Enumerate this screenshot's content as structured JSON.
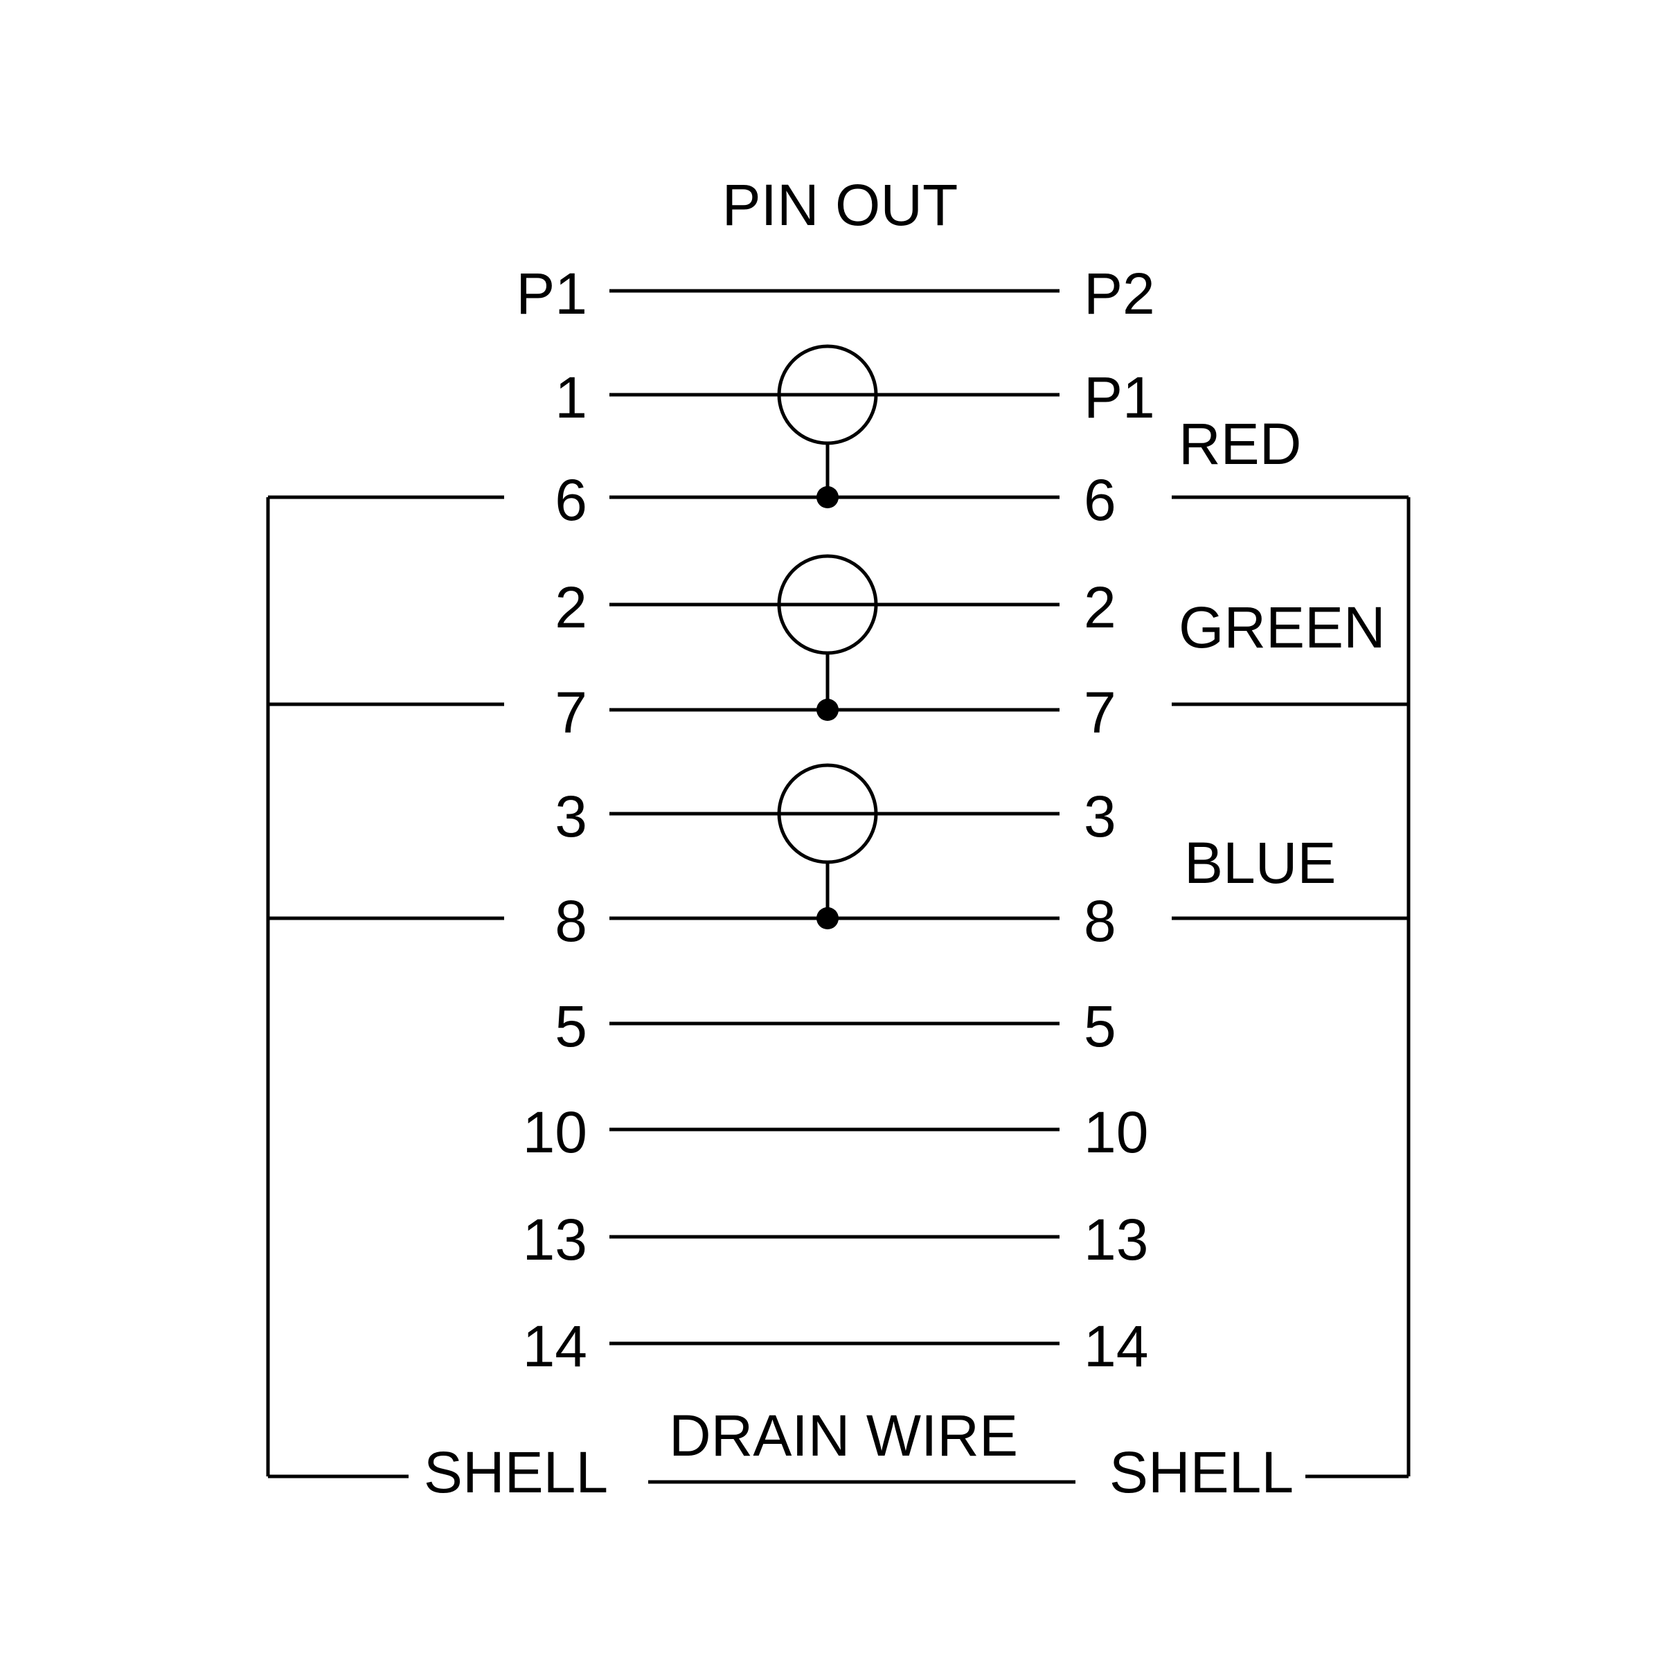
{
  "title": "PIN OUT",
  "header": {
    "left": "P1",
    "right": "P2"
  },
  "pins": [
    {
      "left": "1",
      "right": "P1"
    },
    {
      "left": "6",
      "right": "6"
    },
    {
      "left": "2",
      "right": "2"
    },
    {
      "left": "7",
      "right": "7"
    },
    {
      "left": "3",
      "right": "3"
    },
    {
      "left": "8",
      "right": "8"
    },
    {
      "left": "5",
      "right": "5"
    },
    {
      "left": "10",
      "right": "10"
    },
    {
      "left": "13",
      "right": "13"
    },
    {
      "left": "14",
      "right": "14"
    }
  ],
  "pairs": [
    {
      "color_label": "RED",
      "pin_indices": [
        0,
        1
      ]
    },
    {
      "color_label": "GREEN",
      "pin_indices": [
        2,
        3
      ]
    },
    {
      "color_label": "BLUE",
      "pin_indices": [
        4,
        5
      ]
    }
  ],
  "shell": {
    "left": "SHELL",
    "right": "SHELL",
    "drain_label": "DRAIN WIRE"
  },
  "colors": {
    "line": "#000000",
    "background": "#ffffff"
  }
}
